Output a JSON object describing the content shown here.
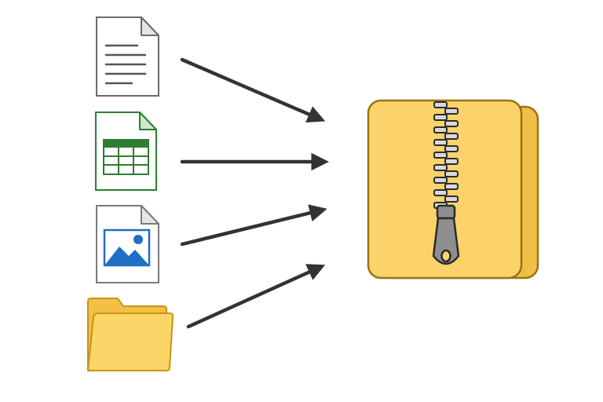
{
  "diagram": {
    "type": "files-compressed-into-archive",
    "sources": [
      {
        "kind": "text-document",
        "icon": "document-icon"
      },
      {
        "kind": "spreadsheet",
        "icon": "spreadsheet-icon"
      },
      {
        "kind": "image",
        "icon": "image-file-icon"
      },
      {
        "kind": "folder",
        "icon": "folder-icon"
      }
    ],
    "target": {
      "kind": "zip-archive",
      "icon": "zip-archive-icon"
    },
    "colors": {
      "arrow": "#333333",
      "doc_outline": "#6b6b6b",
      "doc_fill": "#ffffff",
      "doc_fold": "#e6e6e6",
      "doc_lines": "#555555",
      "sheet_green": "#2e7d32",
      "sheet_fold": "#cfe8cc",
      "image_blue": "#1f6fc4",
      "image_outline": "#7a7a7a",
      "folder_fill": "#fbd568",
      "folder_back": "#f2c044",
      "folder_outline": "#c89416",
      "archive_fill": "#fcd26a",
      "archive_outline": "#9a7414",
      "zipper_dark": "#2b2b2b",
      "zipper_light": "#d9d9d9",
      "pull_fill": "#8f8f8f"
    }
  }
}
